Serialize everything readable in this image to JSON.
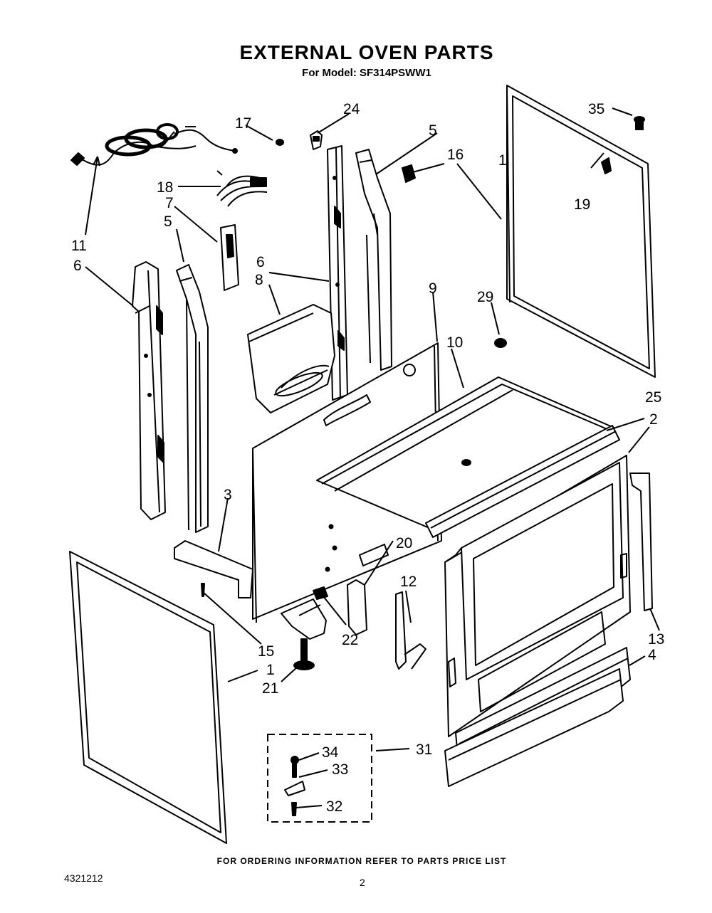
{
  "header": {
    "title": "EXTERNAL OVEN PARTS",
    "subtitle": "For Model: SF314PSWW1"
  },
  "footer": {
    "note": "FOR ORDERING INFORMATION REFER TO PARTS PRICE LIST",
    "doc_number": "4321212",
    "page_number": "2"
  },
  "callouts": [
    "1",
    "1",
    "2",
    "3",
    "4",
    "5",
    "5",
    "6",
    "6",
    "7",
    "8",
    "9",
    "10",
    "11",
    "12",
    "13",
    "15",
    "16",
    "17",
    "18",
    "19",
    "20",
    "21",
    "22",
    "24",
    "25",
    "29",
    "31",
    "32",
    "33",
    "34",
    "35"
  ],
  "colors": {
    "line": "#000000",
    "paper": "#ffffff"
  }
}
